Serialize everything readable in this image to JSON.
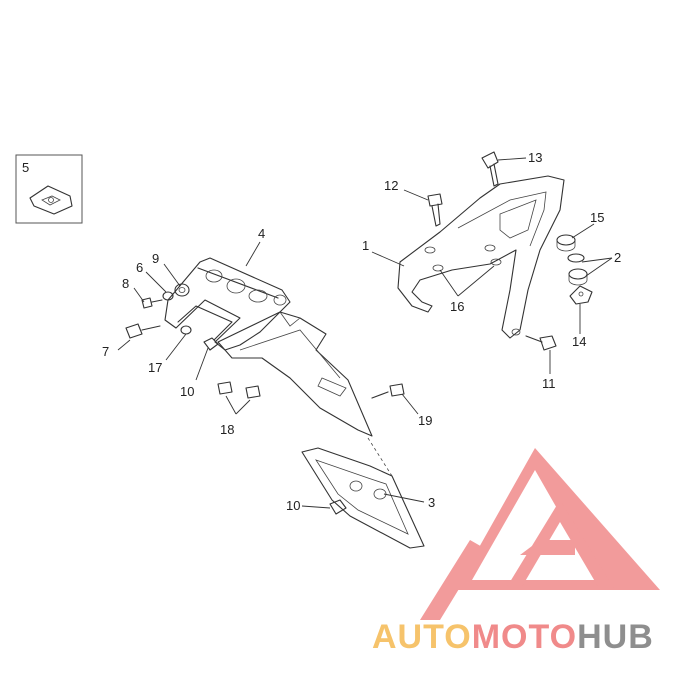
{
  "callouts": {
    "c1": "1",
    "c2": "2",
    "c3": "3",
    "c4": "4",
    "c5": "5",
    "c6": "6",
    "c7": "7",
    "c8": "8",
    "c9": "9",
    "c10a": "10",
    "c10b": "10",
    "c11": "11",
    "c12": "12",
    "c13": "13",
    "c14": "14",
    "c15": "15",
    "c16": "16",
    "c17": "17",
    "c18": "18",
    "c19": "19"
  },
  "watermark": {
    "part1": "AUTO",
    "part2": "MOTO",
    "part3": "HUB",
    "colors": {
      "auto": "#f6c36b",
      "moto": "#f08a8a",
      "hub": "#8e8e8e",
      "logo": "#f08a8a"
    }
  }
}
